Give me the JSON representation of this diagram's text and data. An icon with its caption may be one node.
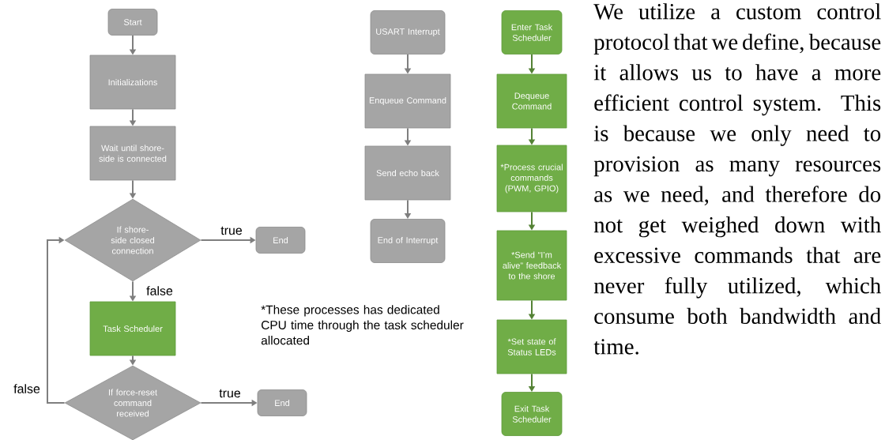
{
  "diagram": {
    "nodes": [
      {
        "text": [
          "Start"
        ]
      },
      {
        "text": [
          "Initializations"
        ]
      },
      {
        "text": [
          "Wait until shore-side is connected"
        ]
      },
      {
        "text": [
          "If shore-side closed connection"
        ]
      },
      {
        "text": [
          "End"
        ]
      },
      {
        "text": [
          "Task Scheduler"
        ]
      },
      {
        "text": [
          "If force-reset command received"
        ]
      },
      {
        "text": [
          "End"
        ]
      },
      {
        "text": [
          "USART Interrupt"
        ]
      },
      {
        "text": [
          "Enqueue Command"
        ]
      },
      {
        "text": [
          "Send echo back"
        ]
      },
      {
        "text": [
          "End of Interrupt"
        ]
      },
      {
        "text": [
          "Enter Task Scheduler"
        ]
      },
      {
        "text": [
          "Dequeue Command"
        ]
      },
      {
        "text": [
          "*Process crucial commands (PWM, GPIO)"
        ]
      },
      {
        "text": [
          "*Send “I’m alive” feedback to the shore"
        ]
      },
      {
        "text": [
          "*Set state of Status LEDs"
        ]
      },
      {
        "text": [
          "Exit Task Scheduler"
        ]
      }
    ],
    "edges": [
      {
        "from": 0,
        "to": 1,
        "arrow": "to"
      },
      {
        "from": 1,
        "to": 2,
        "arrow": "to"
      },
      {
        "from": 2,
        "to": 3,
        "arrow": "to"
      },
      {
        "from": 3,
        "to": 4,
        "arrow": "to",
        "label": "true"
      },
      {
        "from": 3,
        "to": 5,
        "arrow": "to",
        "label": "false"
      },
      {
        "from": 5,
        "to": 6,
        "arrow": "to"
      },
      {
        "from": 6,
        "to": 7,
        "arrow": "to",
        "label": "true"
      },
      {
        "from": 6,
        "to": 3,
        "arrow": "to",
        "label": "false"
      },
      {
        "from": 8,
        "to": 9,
        "arrow": "to"
      },
      {
        "from": 9,
        "to": 10,
        "arrow": "to"
      },
      {
        "from": 10,
        "to": 11,
        "arrow": "to"
      },
      {
        "from": 12,
        "to": 13,
        "arrow": "to",
        "color": "#548235"
      },
      {
        "from": 13,
        "to": 14,
        "arrow": "to",
        "color": "#548235"
      },
      {
        "from": 14,
        "to": 15,
        "arrow": "to",
        "color": "#548235"
      },
      {
        "from": 15,
        "to": 16,
        "arrow": "to",
        "color": "#548235"
      },
      {
        "from": 16,
        "to": 17,
        "arrow": "to",
        "color": "#548235"
      }
    ],
    "labels": [
      "*These processes has dedicated CPU time through the task scheduler allocated",
      "We utilize a custom control protocol that we define, because it allows us to have a more efficient control system. This is because we only need to provision as many resources as we need, and therefore do not get weighed down with excessive commands that are never fully utilized, which consume both bandwidth and time."
    ]
  }
}
